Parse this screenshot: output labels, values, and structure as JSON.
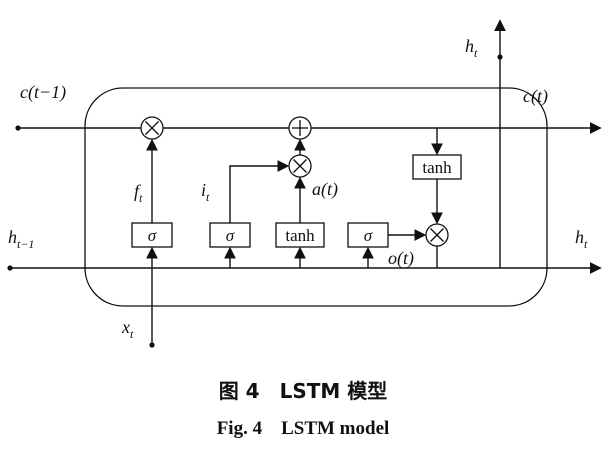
{
  "figure": {
    "caption_zh": "图 4　LSTM 模型",
    "caption_en": "Fig. 4 LSTM model"
  },
  "labels": {
    "c_prev": "c(t−1)",
    "c_out": "c(t)",
    "h_top": {
      "base": "h",
      "sub": "t"
    },
    "h_prev": {
      "base": "h",
      "sub": "t−1"
    },
    "h_out": {
      "base": "h",
      "sub": "t"
    },
    "f_gate": {
      "base": "f",
      "sub": "t"
    },
    "i_gate": {
      "base": "i",
      "sub": "t"
    },
    "a_signal": "a(t)",
    "o_signal": "o(t)",
    "x_input": {
      "base": "x",
      "sub": "t"
    },
    "gate_sigma_forget": "σ",
    "gate_sigma_input": "σ",
    "gate_sigma_output": "σ",
    "tanh_candidate": "tanh",
    "tanh_output": "tanh"
  }
}
